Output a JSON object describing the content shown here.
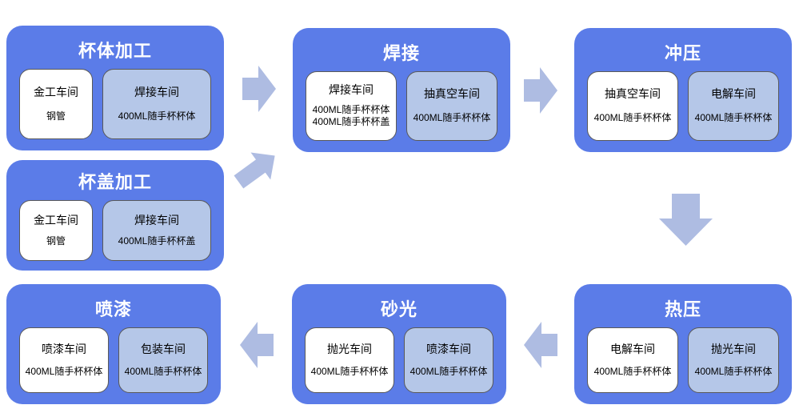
{
  "diagram": {
    "colors": {
      "node_background": "#5b7ce8",
      "card_white_background": "#ffffff",
      "card_light_background": "#b5c7e8",
      "card_border": "#595959",
      "arrow_fill": "#aebce2",
      "title_text": "#ffffff",
      "card_text": "#000000"
    },
    "nodes": [
      {
        "id": "cup-body",
        "title": "杯体加工",
        "cards": [
          {
            "style": "white",
            "workshop": "金工车间",
            "items": [
              "钢管"
            ]
          },
          {
            "style": "light",
            "workshop": "焊接车间",
            "items": [
              "400ML随手杯杯体"
            ]
          }
        ]
      },
      {
        "id": "cup-lid",
        "title": "杯盖加工",
        "cards": [
          {
            "style": "white",
            "workshop": "金工车间",
            "items": [
              "钢管"
            ]
          },
          {
            "style": "light",
            "workshop": "焊接车间",
            "items": [
              "400ML随手杯杯盖"
            ]
          }
        ]
      },
      {
        "id": "welding",
        "title": "焊接",
        "cards": [
          {
            "style": "white",
            "workshop": "焊接车间",
            "items": [
              "400ML随手杯杯体",
              "400ML随手杯杯盖"
            ]
          },
          {
            "style": "light",
            "workshop": "抽真空车间",
            "items": [
              "400ML随手杯杯体"
            ]
          }
        ]
      },
      {
        "id": "stamping",
        "title": "冲压",
        "cards": [
          {
            "style": "white",
            "workshop": "抽真空车间",
            "items": [
              "400ML随手杯杯体"
            ]
          },
          {
            "style": "light",
            "workshop": "电解车间",
            "items": [
              "400ML随手杯杯体"
            ]
          }
        ]
      },
      {
        "id": "hot-press",
        "title": "热压",
        "cards": [
          {
            "style": "white",
            "workshop": "电解车间",
            "items": [
              "400ML随手杯杯体"
            ]
          },
          {
            "style": "light",
            "workshop": "抛光车间",
            "items": [
              "400ML随手杯杯体"
            ]
          }
        ]
      },
      {
        "id": "sanding",
        "title": "砂光",
        "cards": [
          {
            "style": "white",
            "workshop": "抛光车间",
            "items": [
              "400ML随手杯杯体"
            ]
          },
          {
            "style": "light",
            "workshop": "喷漆车间",
            "items": [
              "400ML随手杯杯体"
            ]
          }
        ]
      },
      {
        "id": "painting",
        "title": "喷漆",
        "cards": [
          {
            "style": "white",
            "workshop": "喷漆车间",
            "items": [
              "400ML随手杯杯体"
            ]
          },
          {
            "style": "light",
            "workshop": "包装车间",
            "items": [
              "400ML随手杯杯体"
            ]
          }
        ]
      }
    ],
    "arrows": [
      {
        "id": "cup-body-to-welding",
        "direction": "right"
      },
      {
        "id": "cup-lid-to-welding",
        "direction": "up-right"
      },
      {
        "id": "welding-to-stamping",
        "direction": "right"
      },
      {
        "id": "stamping-to-hot-press",
        "direction": "down"
      },
      {
        "id": "hot-press-to-sanding",
        "direction": "left"
      },
      {
        "id": "sanding-to-painting",
        "direction": "left"
      }
    ]
  }
}
